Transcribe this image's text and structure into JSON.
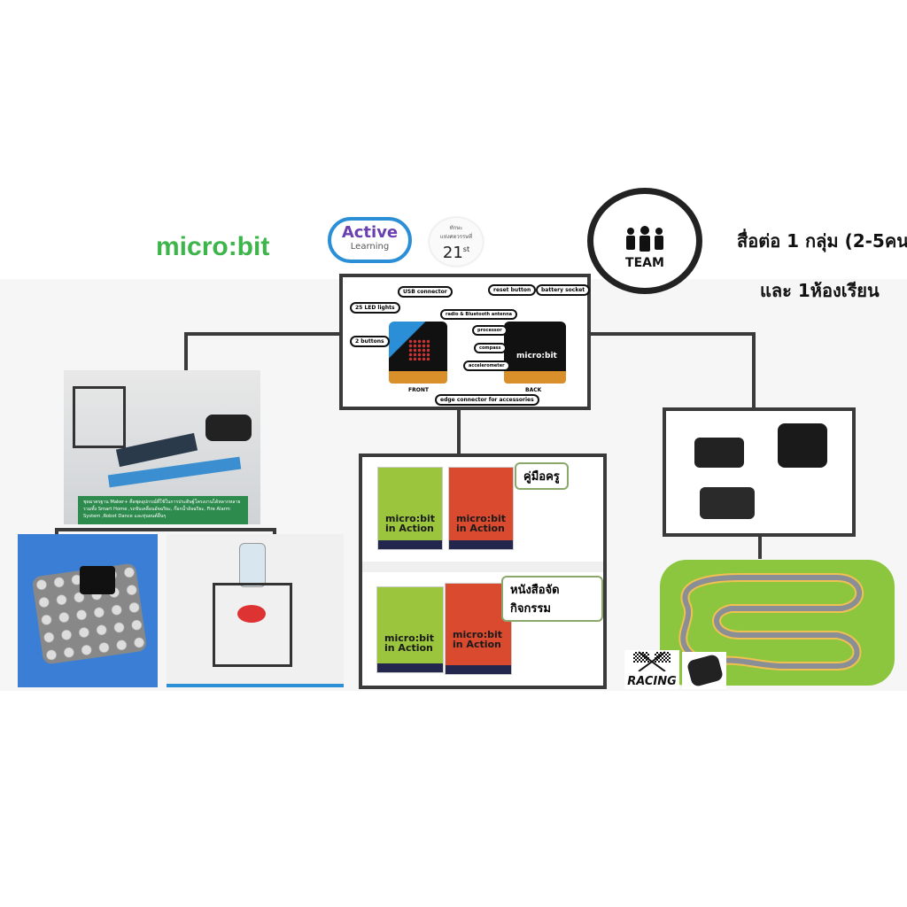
{
  "header": {
    "microbit_logo": "micro:bit",
    "active_learning": {
      "line1": "Active",
      "line2": "Learning"
    },
    "skills_badge": {
      "line1": "ทักษะ",
      "line2": "แห่งศตวรรษที่",
      "number": "21",
      "suffix": "st"
    },
    "team_label": "TEAM",
    "group_text": "สื่อต่อ 1 กลุ่ม (2-5คน",
    "class_text": "และ 1ห้องเรียน"
  },
  "microbit_diagram": {
    "labels": {
      "usb": "USB connector",
      "leds": "25 LED lights",
      "buttons": "2 buttons",
      "radio": "radio & Bluetooth antenna",
      "reset": "reset button",
      "battery": "battery socket",
      "processor": "processor",
      "compass": "compass",
      "accelerometer": "accelerometer",
      "front": "FRONT",
      "back": "BACK",
      "edge": "edge connector for accessories",
      "board_logo": "micro:bit"
    }
  },
  "maker_kit": {
    "caption": "ชุดมาตรฐาน Maker+ คือชุดอุปกรณ์ที่ใช้ในการประดิษฐ์โครงงานได้หลากหลาย รวมทั้ง Smart Home ,รถขับเคลื่อนอัจฉริยะ, ก๊อกน้ำอัจฉริยะ, Fire Alarm System ,Robot Dance และหุ่นยนต์อื่นๆ"
  },
  "books": {
    "teacher_guide": "คู่มือครู",
    "activity_book": "หนังสือจัดกิจกรรม",
    "book_title": "micro:bit in Action"
  },
  "racing": {
    "label": "RACING"
  },
  "colors": {
    "microbit_green": "#3db54a",
    "caption_green": "#2e8b4e",
    "line": "#3a3a3a",
    "grass": "#8cc63f"
  }
}
